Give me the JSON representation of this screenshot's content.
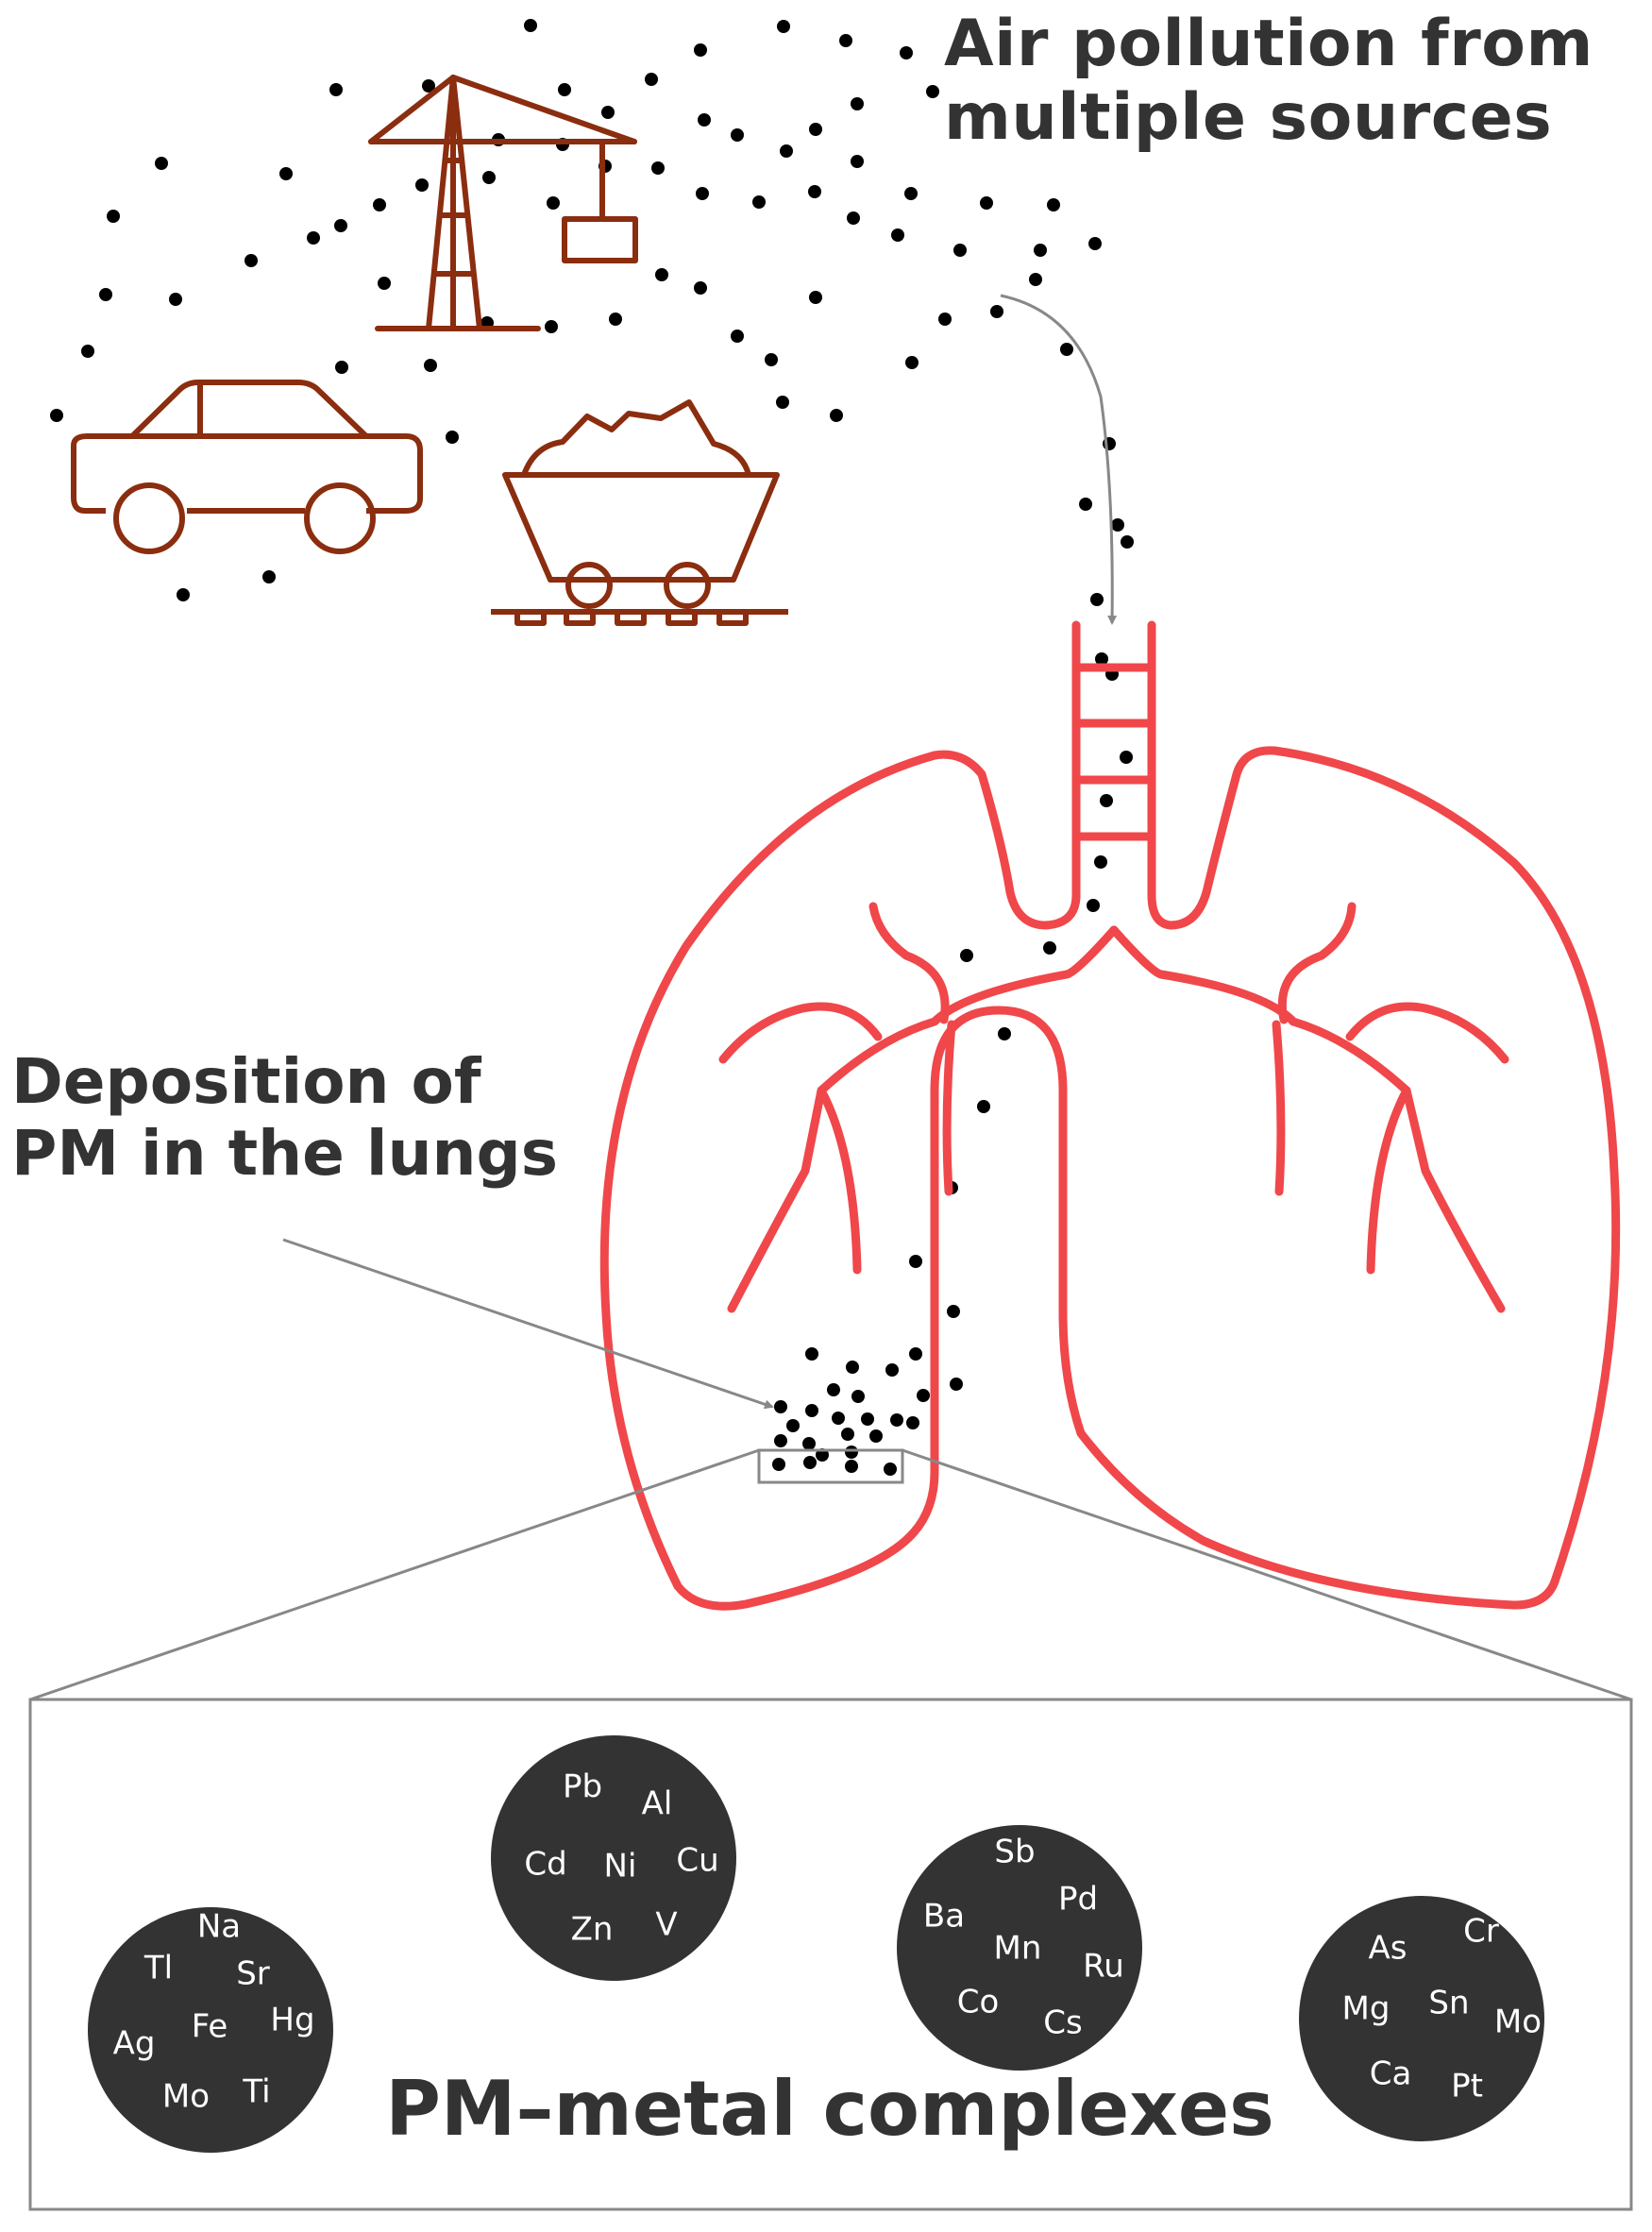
{
  "headings": {
    "air_pollution": [
      "Air pollution from",
      "multiple sources"
    ],
    "deposition": [
      "Deposition of",
      "PM in the lungs"
    ],
    "complexes": "PM–metal complexes"
  },
  "colors": {
    "source_icons": "#8B2D0F",
    "lungs": "#F0474A",
    "particles": "#000000",
    "complex_circle": "#333333",
    "arrow": "#888888",
    "text": "#333333"
  },
  "icons": [
    "crane-icon",
    "car-icon",
    "mine-cart-icon",
    "lungs-icon"
  ],
  "complexes": [
    {
      "elements": [
        "Na",
        "Tl",
        "Sr",
        "Ag",
        "Fe",
        "Hg",
        "Mo",
        "Ti"
      ]
    },
    {
      "elements": [
        "Pb",
        "Al",
        "Cd",
        "Ni",
        "Cu",
        "Zn",
        "V"
      ]
    },
    {
      "elements": [
        "Sb",
        "Pd",
        "Ba",
        "Mn",
        "Ru",
        "Co",
        "Cs"
      ]
    },
    {
      "elements": [
        "Cr",
        "As",
        "Mg",
        "Sn",
        "Mo",
        "Ca",
        "Pt"
      ]
    }
  ]
}
